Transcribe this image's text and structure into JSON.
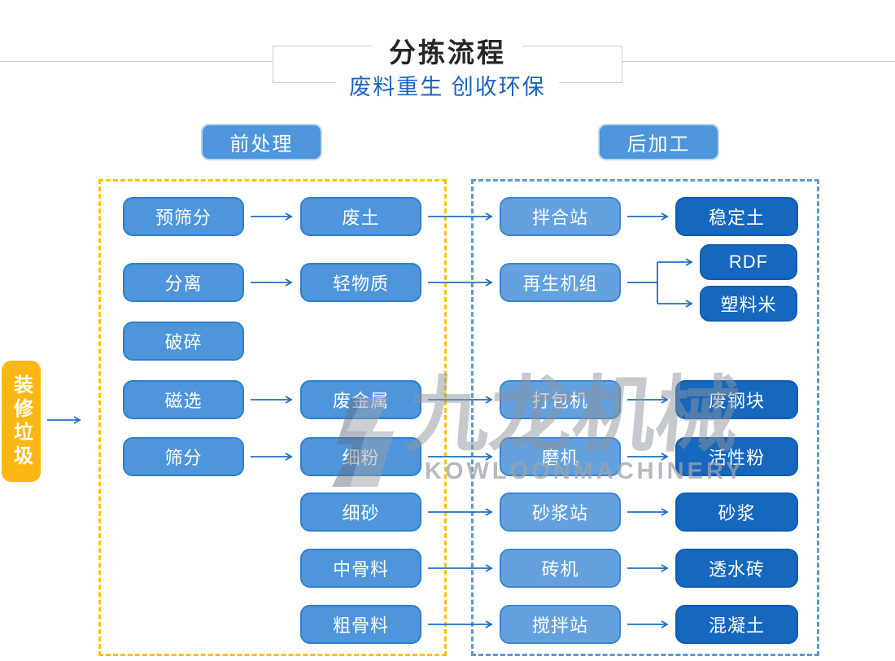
{
  "title": {
    "main": "分拣流程",
    "subtitle": "废料重生 创收环保"
  },
  "sections": {
    "pre": "前处理",
    "post": "后加工"
  },
  "source": {
    "label": "装修垃圾"
  },
  "nodes": {
    "c1": [
      "预筛分",
      "分离",
      "破碎",
      "磁选",
      "筛分"
    ],
    "c2": [
      "废土",
      "轻物质",
      "废金属",
      "细粉",
      "细砂",
      "中骨料",
      "粗骨料"
    ],
    "c3": [
      "拌合站",
      "再生机组",
      "打包机",
      "磨机",
      "砂浆站",
      "砖机",
      "搅拌站"
    ],
    "c4": [
      "稳定土",
      "RDF",
      "塑料米",
      "废钢块",
      "活性粉",
      "砂浆",
      "透水砖",
      "混凝土"
    ]
  },
  "watermark": {
    "cn": "九龙机械",
    "en": "KOWLOONMACHINERY"
  },
  "colors": {
    "process_fill": "#4E95DB",
    "process_border": "#2E7FD0",
    "equipment_fill": "#64A1DE",
    "equipment_border": "#3A86D4",
    "product_fill": "#1667BE",
    "product_border": "#0F5CB4",
    "source_fill": "#FDB714",
    "pre_region_dash": "#FFC013",
    "post_region_dash": "#5B9BD5",
    "arrow": "#1F6FC2",
    "subtitle_text": "#1B64C0",
    "frame_line": "#C9CDD6"
  }
}
